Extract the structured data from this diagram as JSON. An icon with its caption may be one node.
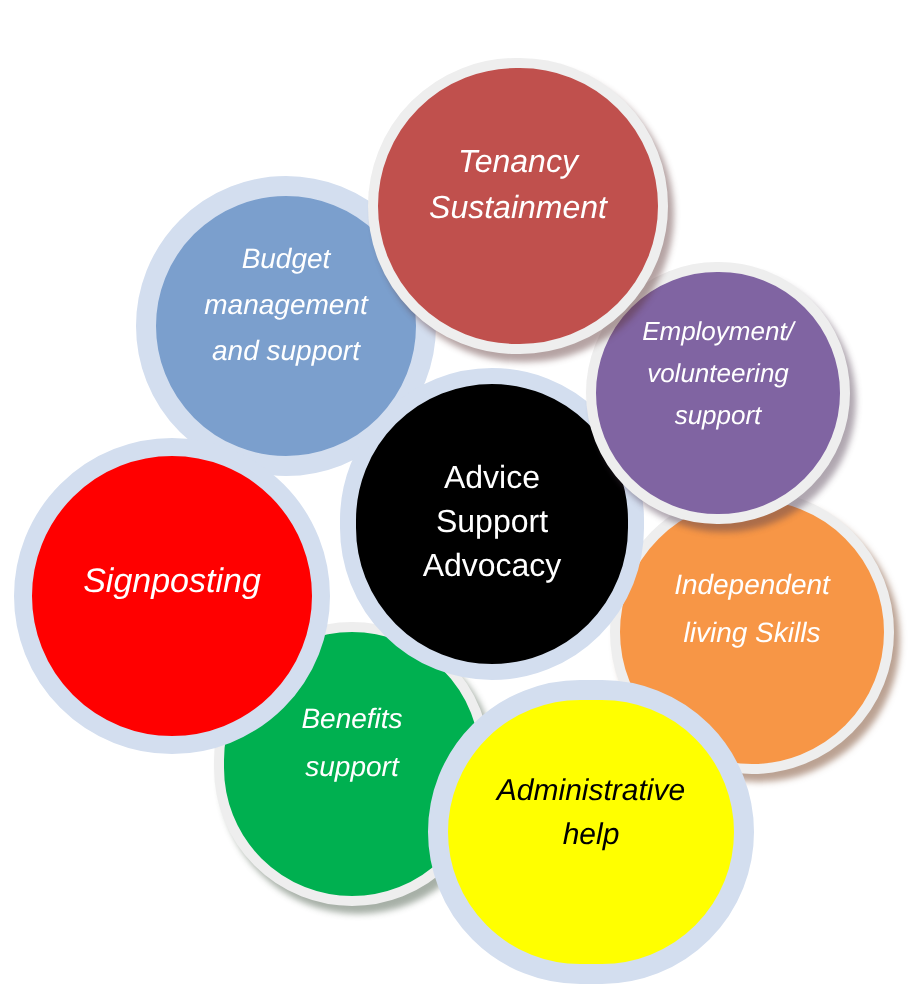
{
  "diagram": {
    "nodes": [
      {
        "text": [
          "Tenancy Sustainment"
        ]
      },
      {
        "text": [
          "Budget management and support"
        ]
      },
      {
        "text": [
          "Employment/ volunteering support"
        ]
      },
      {
        "text": [
          "Advice Support Advocacy"
        ]
      },
      {
        "text": [
          "Signposting"
        ]
      },
      {
        "text": [
          "Independent living Skills"
        ]
      },
      {
        "text": [
          "Benefits support"
        ]
      },
      {
        "text": [
          "Administrative help"
        ]
      }
    ]
  }
}
